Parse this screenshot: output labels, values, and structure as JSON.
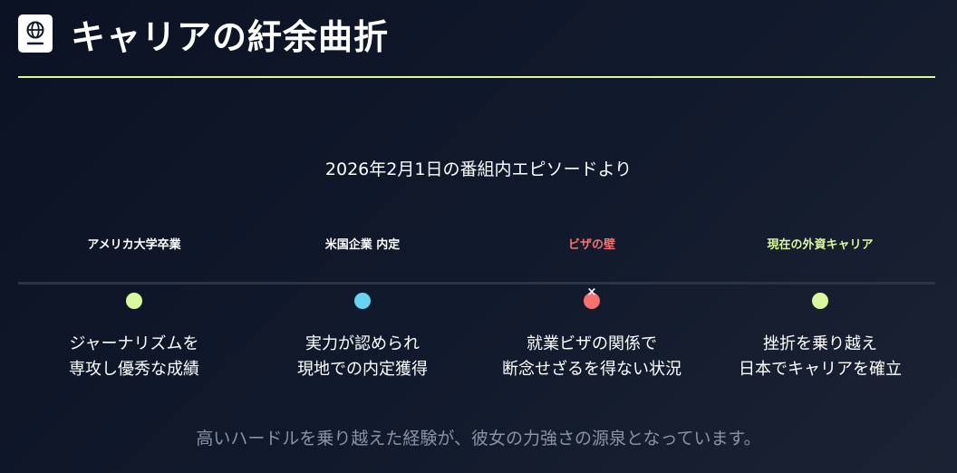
{
  "header": {
    "title": "キャリアの紆余曲折",
    "icon": "globe-book-icon"
  },
  "subtitle": "2026年2月1日の番組内エピソードより",
  "milestones": [
    {
      "label": "アメリカ大学卒業",
      "label_color": "#ffffff",
      "dot_color": "#d9f99d",
      "lines": [
        "ジャーナリズムを",
        "専攻し優秀な成績"
      ]
    },
    {
      "label": "米国企業 内定",
      "label_color": "#ffffff",
      "dot_color": "#67d3f0",
      "lines": [
        "実力が認められ",
        "現地での内定獲得"
      ]
    },
    {
      "label": "ビザの壁",
      "label_color": "#f87171",
      "dot_color": "#f87171",
      "marker": "×",
      "lines": [
        "就業ビザの関係で",
        "断念せざるを得ない状況"
      ]
    },
    {
      "label": "現在の外資キャリア",
      "label_color": "#d9f99d",
      "dot_color": "#d9f99d",
      "lines": [
        "挫折を乗り越え",
        "日本でキャリアを確立"
      ]
    }
  ],
  "footer": "高いハードルを乗り越えた経験が、彼女の力強さの源泉となっています。",
  "colors": {
    "accent": "#d9f99d",
    "timeline": "#2b3447"
  }
}
